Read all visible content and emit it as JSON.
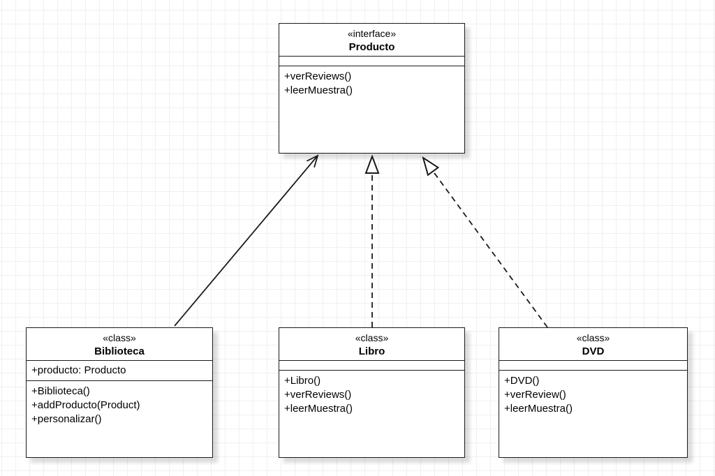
{
  "diagram": {
    "type": "uml-class-diagram",
    "colors": {
      "background": "#ffffff",
      "grid_line": "#f0f0f3",
      "shape_fill": "#ffffff",
      "stroke": "#1a1a1a",
      "text": "#000000"
    },
    "classes": [
      {
        "id": "producto",
        "stereotype": "«interface»",
        "name": "Producto",
        "attributes": [],
        "methods": [
          "+verReviews()",
          "+leerMuestra()"
        ]
      },
      {
        "id": "biblioteca",
        "stereotype": "«class»",
        "name": "Biblioteca",
        "attributes": [
          "+producto: Producto"
        ],
        "methods": [
          "+Biblioteca()",
          "+addProducto(Product)",
          "+personalizar()"
        ]
      },
      {
        "id": "libro",
        "stereotype": "«class»",
        "name": "Libro",
        "attributes": [],
        "methods": [
          "+Libro()",
          "+verReviews()",
          "+leerMuestra()"
        ]
      },
      {
        "id": "dvd",
        "stereotype": "«class»",
        "name": "DVD",
        "attributes": [],
        "methods": [
          "+DVD()",
          "+verReview()",
          "+leerMuestra()"
        ]
      }
    ],
    "relationships": [
      {
        "from": "Biblioteca",
        "to": "Producto",
        "type": "directed-association",
        "line": "solid",
        "arrowhead": "open"
      },
      {
        "from": "Libro",
        "to": "Producto",
        "type": "realization",
        "line": "dashed",
        "arrowhead": "hollow-triangle"
      },
      {
        "from": "DVD",
        "to": "Producto",
        "type": "realization",
        "line": "dashed",
        "arrowhead": "hollow-triangle"
      }
    ]
  }
}
